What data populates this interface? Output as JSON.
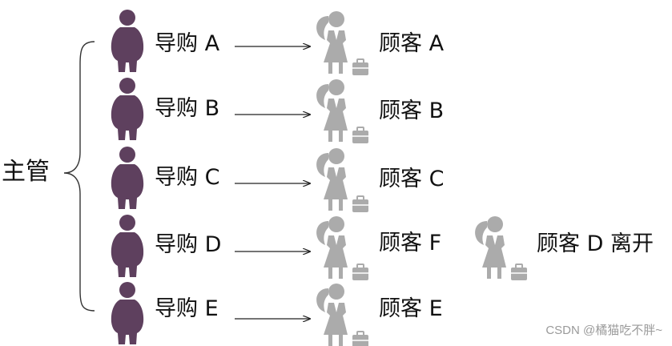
{
  "manager": {
    "label": "主管"
  },
  "rows": [
    {
      "guide": "导购 A",
      "customer": "顾客 A"
    },
    {
      "guide": "导购 B",
      "customer": "顾客 B"
    },
    {
      "guide": "导购 C",
      "customer": "顾客 C"
    },
    {
      "guide": "导购 D",
      "customer": "顾客 F"
    },
    {
      "guide": "导购 E",
      "customer": "顾客 E"
    }
  ],
  "leaving": {
    "label": "顾客 D 离开"
  },
  "watermark": "CSDN @橘猫吃不胖~",
  "colors": {
    "guide": "#5e405e",
    "customer": "#ababab",
    "text": "#111111"
  }
}
